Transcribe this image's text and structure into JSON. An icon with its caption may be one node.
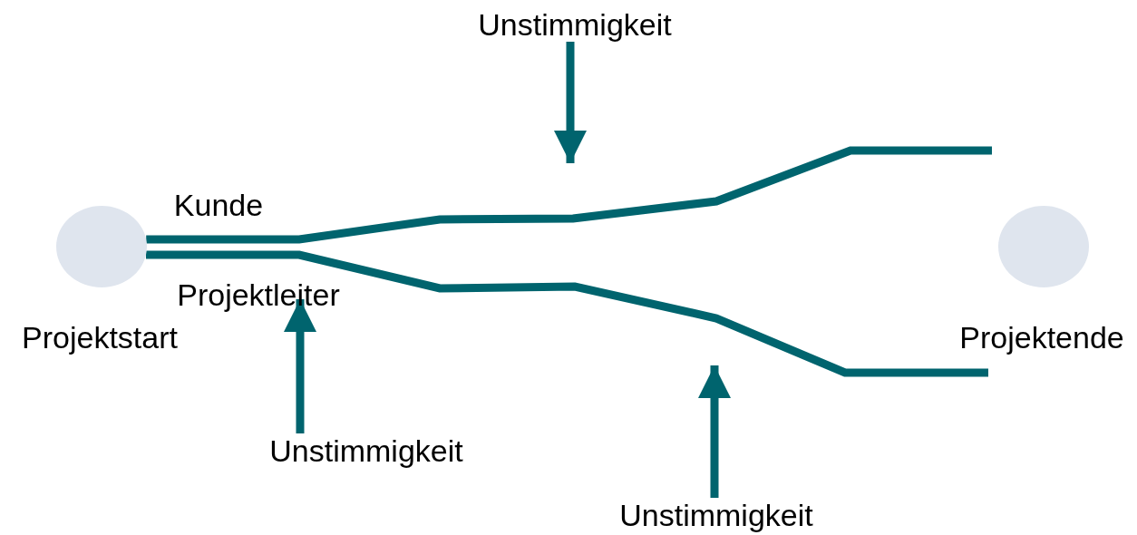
{
  "diagram": {
    "nodes": [
      {
        "text": [],
        "shape": "circle",
        "beside": [
          "Projektstart"
        ]
      },
      {
        "text": [],
        "shape": "circle",
        "beside": [
          "Projektende"
        ]
      },
      {
        "text": [
          "Unstimmigkeit"
        ]
      },
      {
        "text": [
          "Unstimmigkeit"
        ]
      },
      {
        "text": [
          "Unstimmigkeit"
        ]
      }
    ],
    "edges": [
      {
        "from": 0,
        "to": null,
        "arrow": "none",
        "label": "Kunde"
      },
      {
        "from": 0,
        "to": null,
        "arrow": "none",
        "label": "Projektleiter"
      },
      {
        "from": 2,
        "to": null,
        "arrow": "to"
      },
      {
        "from": 3,
        "to": null,
        "arrow": "to"
      },
      {
        "from": 4,
        "to": null,
        "arrow": "to"
      }
    ]
  }
}
